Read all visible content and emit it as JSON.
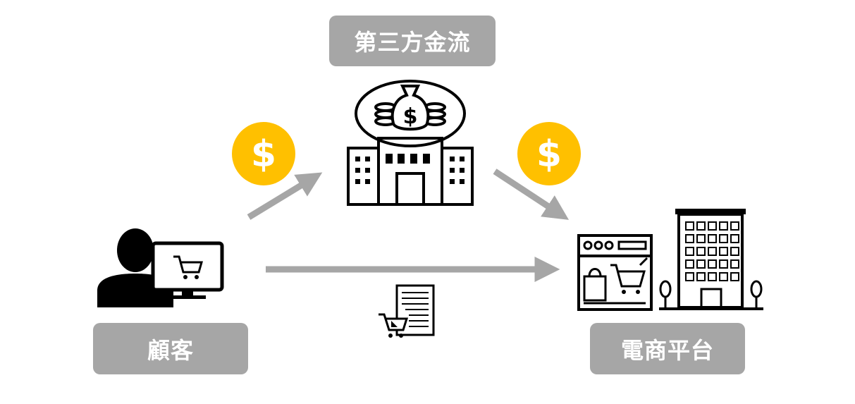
{
  "nodes": {
    "payment_provider": {
      "label": "第三方金流",
      "icon": "bank-building-money-icon"
    },
    "customer": {
      "label": "顧客",
      "icon": "person-computer-cart-icon"
    },
    "ecommerce": {
      "label": "電商平台",
      "icon": "online-shop-office-building-icon"
    }
  },
  "edges": {
    "customer_to_provider": {
      "icon": "dollar-coin-icon"
    },
    "provider_to_ecommerce": {
      "icon": "dollar-coin-icon"
    },
    "customer_to_ecommerce": {
      "icon": "order-document-cart-icon"
    }
  },
  "colors": {
    "arrow": "#a6a6a6",
    "label_bg": "#a6a6a6",
    "coin": "#ffc000",
    "icon": "#000000"
  },
  "coin_symbol": "$"
}
